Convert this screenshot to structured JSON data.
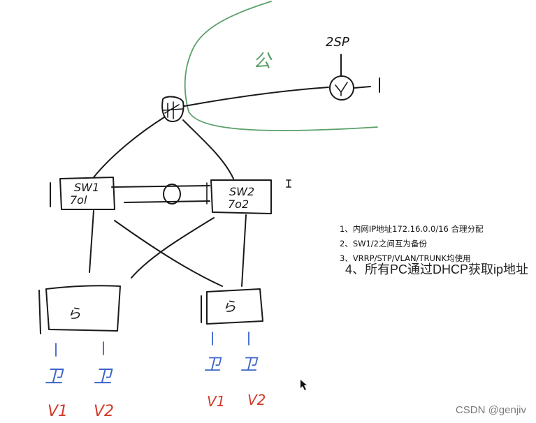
{
  "labels": {
    "isp": "2SP",
    "zone": "公",
    "sw1_line1": "SW1",
    "sw1_line2": "7ol",
    "sw2_line1": "SW2",
    "sw2_line2": "7o2",
    "link": "0",
    "access_left": "ら",
    "access_right": "ら",
    "pc_glyph": "卫",
    "v1_left": "V1",
    "v2_left": "V2",
    "v1_right": "V1",
    "v2_right": "V2"
  },
  "notes": [
    "1、内网IP地址172.16.0.0/16 合理分配",
    "2、SW1/2之间互为备份",
    "3、VRRP/STP/VLAN/TRUNK均使用",
    "4、所有PC通过DHCP获取ip地址"
  ],
  "watermark": "CSDN @genjiv",
  "colors": {
    "ink": "#1a1a1a",
    "green": "#5aa06a",
    "blue": "#3b64c8",
    "red": "#d23a2a"
  }
}
